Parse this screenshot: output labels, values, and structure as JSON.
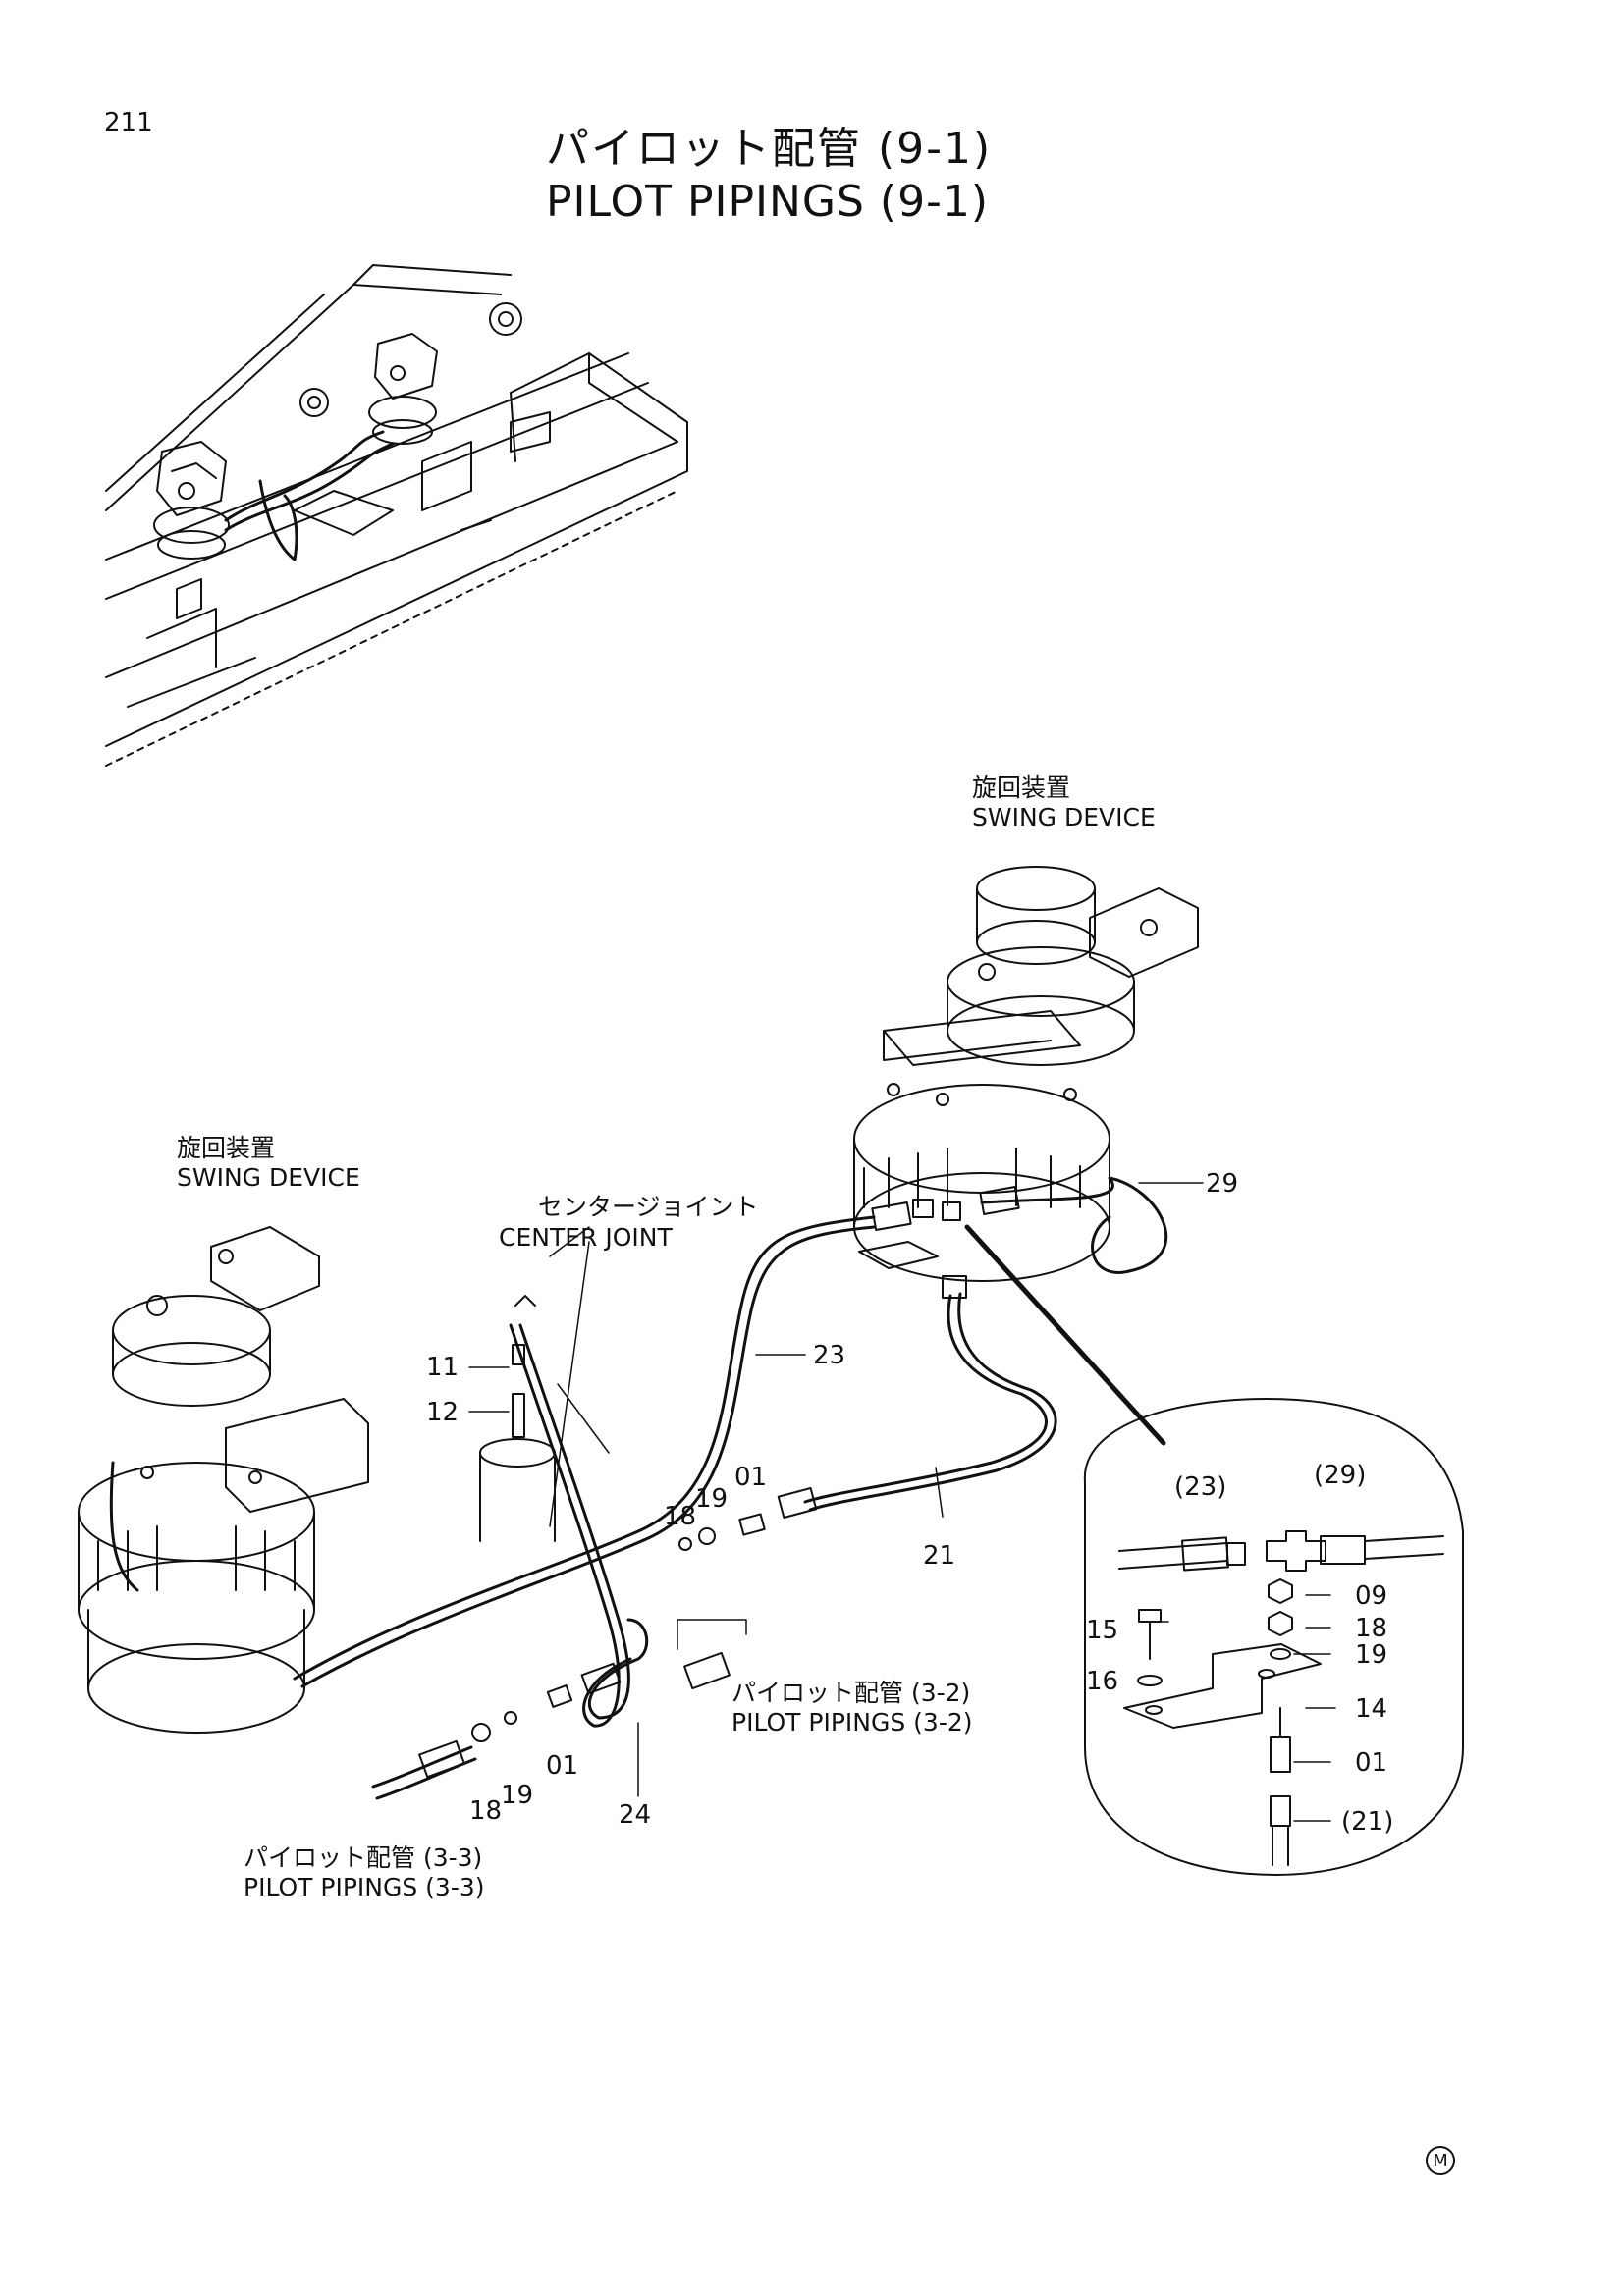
{
  "page_number": "211",
  "title": {
    "jp": "パイロット配管 (9-1)",
    "en": "PILOT PIPINGS (9-1)"
  },
  "labels": {
    "swing_device_right": {
      "jp": "旋回装置",
      "en": "SWING DEVICE"
    },
    "swing_device_left": {
      "jp": "旋回装置",
      "en": "SWING DEVICE"
    },
    "center_joint": {
      "jp": "センタージョイント",
      "en": "CENTER JOINT"
    },
    "pilot_pipings_3_2": {
      "jp": "パイロット配管 (3-2)",
      "en": "PILOT PIPINGS (3-2)"
    },
    "pilot_pipings_3_3": {
      "jp": "パイロット配管 (3-3)",
      "en": "PILOT PIPINGS (3-3)"
    }
  },
  "part_numbers": {
    "p29": "29",
    "p23": "23",
    "p11": "11",
    "p12": "12",
    "p21": "21",
    "p01_mid": "01",
    "p19_mid": "19",
    "p18_mid": "18",
    "p01_low": "01",
    "p19_low": "19",
    "p18_low": "18",
    "p24": "24",
    "detail_23": "(23)",
    "detail_29": "(29)",
    "detail_09": "09",
    "detail_18": "18",
    "detail_15": "15",
    "detail_19": "19",
    "detail_16": "16",
    "detail_14": "14",
    "detail_01": "01",
    "detail_21": "(21)"
  },
  "corner_mark": "M"
}
